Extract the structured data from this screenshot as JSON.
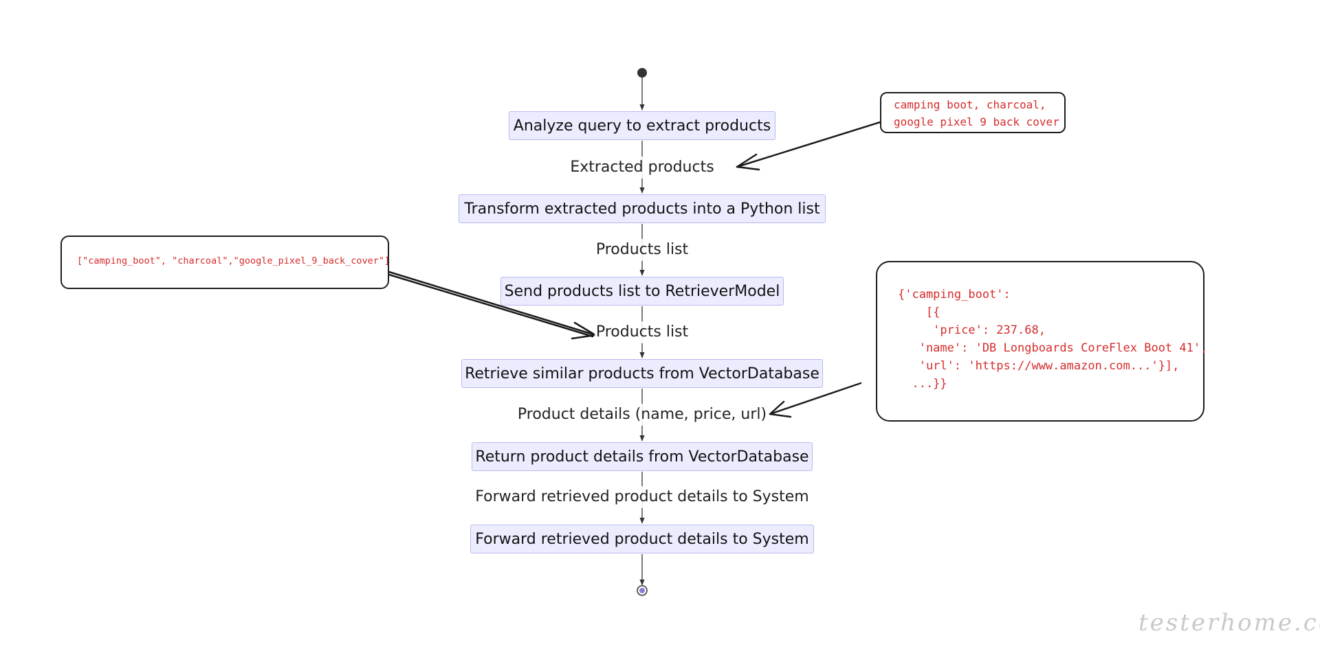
{
  "flow": {
    "steps": [
      "Analyze query to extract products",
      "Transform extracted products into a Python list",
      "Send products list to RetrieverModel",
      "Retrieve similar products from VectorDatabase",
      "Return product details from VectorDatabase",
      "Forward retrieved product details to System"
    ],
    "transitions": [
      "Extracted products",
      "Products list",
      "Products list",
      "Product details (name, price, url)",
      "Forward retrieved product details to System"
    ]
  },
  "notes": {
    "extracted_products": "camping boot, charcoal,\ngoogle pixel 9 back cover",
    "products_list": "[\"camping_boot\", \"charcoal\",\"google_pixel_9_back_cover\"]",
    "product_details": "{'camping_boot':\n    [{\n     'price': 237.68,\n   'name': 'DB Longboards CoreFlex Boot 41',\n   'url': 'https://www.amazon.com...'}],\n  ...}}"
  },
  "watermark": "testerhome.com",
  "colors": {
    "step_fill": "#ececff",
    "step_border": "#b9b9ec",
    "note_text": "#d62b2b",
    "line": "#333333"
  }
}
